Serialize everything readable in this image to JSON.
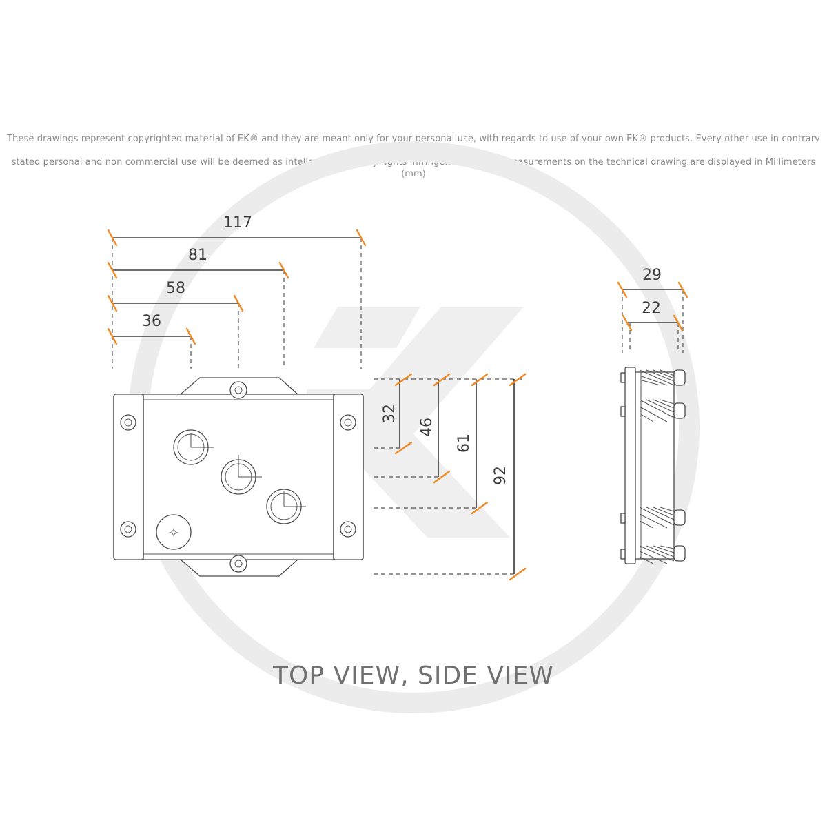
{
  "disclaimer": {
    "line1": "These drawings represent copyrighted material of EK® and they are meant only for your personal use, with regards to use of  your own EK® products. Every other use in contrary with previously",
    "line2": "stated personal and non commercial use will be deemed as intellectual property rights infringement.All the measurements on the technical drawing are displayed in Millimeters (mm)"
  },
  "dimensions": {
    "width_117": "117",
    "width_81": "81",
    "width_58": "58",
    "width_36": "36",
    "height_32": "32",
    "height_46": "46",
    "height_61": "61",
    "height_92": "92",
    "side_29": "29",
    "side_22": "22"
  },
  "caption": "TOP VIEW, SIDE VIEW",
  "colors": {
    "tick": "#f08a24",
    "line": "#3a3a3a",
    "watermark": "#ececec"
  }
}
